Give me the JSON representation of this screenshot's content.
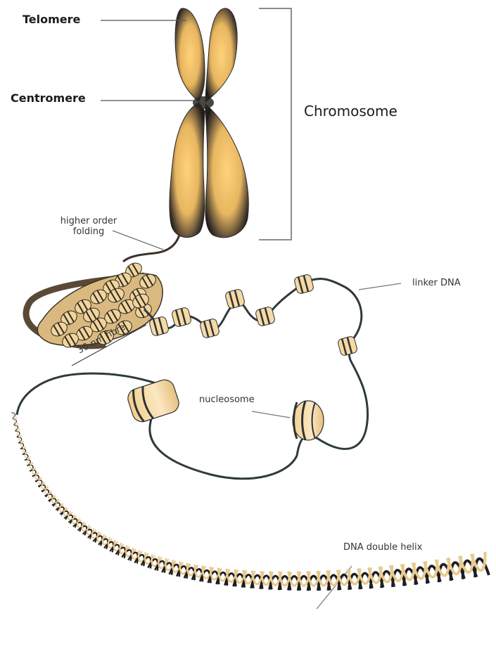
{
  "labels": {
    "telomere": "Telomere",
    "centromere": "Centromere",
    "chromosome": "Chromosome",
    "higher_order_folding_line1": "higher order",
    "higher_order_folding_line2": "folding",
    "thirty_nm_fibre": "30 nm fibre",
    "linker_dna": "linker DNA",
    "nucleosome": "nucleosome",
    "dna_double_helix": "DNA double helix"
  },
  "colors": {
    "chromatid_light": "#ffd27a",
    "chromatid_dark": "#2a2622",
    "nucleosome_fill": "#f6d9a3",
    "nucleosome_stripe": "#2d3336",
    "dna_strand": "#2f3a3e",
    "helix_light": "#e9c98f",
    "helix_dark": "#1e1e1e",
    "leader_line": "#555555"
  }
}
